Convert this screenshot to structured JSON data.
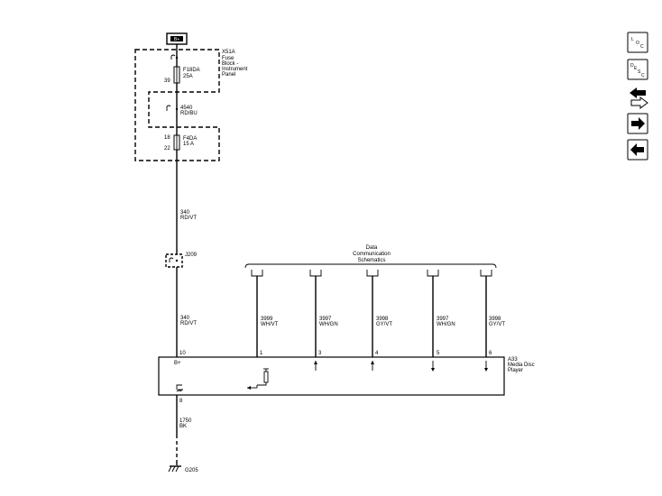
{
  "power": {
    "label": "B+"
  },
  "fuse_block": {
    "ref": "X51A",
    "name_lines": [
      "Fuse",
      "Block -",
      "Instrument",
      "Panel"
    ]
  },
  "fuse_1": {
    "id": "F18DA",
    "rating": "25A",
    "pin_bottom": "39"
  },
  "wire_4540": {
    "num": "4540",
    "color": "RD/BU"
  },
  "fuse_2": {
    "id": "F4DA",
    "rating": "15 A",
    "pin_top": "18",
    "pin_bottom": "22"
  },
  "wire_340_upper": {
    "num": "340",
    "color": "RD/VT"
  },
  "splice": {
    "ref": "J209"
  },
  "data_comm": {
    "lines": [
      "Data",
      "Communication",
      "Schematics"
    ]
  },
  "wire_340_lower": {
    "num": "340",
    "color": "RD/VT"
  },
  "data_wires": [
    {
      "num": "3999",
      "color": "WH/VT",
      "pin": "1"
    },
    {
      "num": "3997",
      "color": "WH/GN",
      "pin": "3"
    },
    {
      "num": "3998",
      "color": "GY/VT",
      "pin": "4"
    },
    {
      "num": "3997",
      "color": "WH/GN",
      "pin": "5"
    },
    {
      "num": "3998",
      "color": "GY/VT",
      "pin": "6"
    }
  ],
  "module": {
    "ref": "A33",
    "name_lines": [
      "Media Disc",
      "Player"
    ],
    "bplus_pin": "10",
    "bplus_label": "B+",
    "ground_pin": "8"
  },
  "wire_1750": {
    "num": "1750",
    "color": "BK"
  },
  "ground": {
    "ref": "G205"
  },
  "nav": {
    "loc": [
      "L",
      "O",
      "C"
    ],
    "desc": [
      "D",
      "E",
      "S",
      "C"
    ]
  }
}
